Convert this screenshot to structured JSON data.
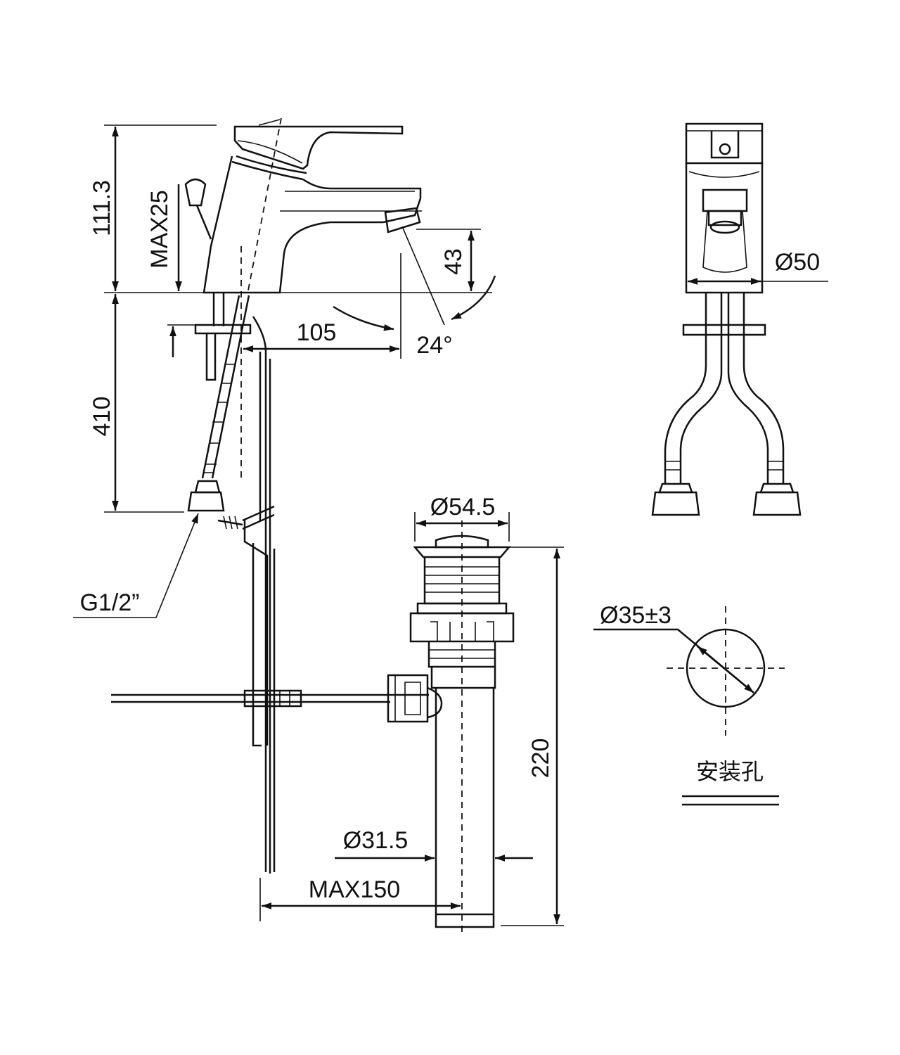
{
  "dimensions": {
    "top_height": "111.3",
    "max_deck": "MAX25",
    "spout_height": "43",
    "spout_reach": "105",
    "lever_angle": "24°",
    "hose_length": "410",
    "thread": "G1/2”",
    "diameter_body": "Ø50",
    "diameter_waste_top": "Ø54.5",
    "diameter_hole": "Ø35±3",
    "waste_height": "220",
    "diameter_waste_tube": "Ø31.5",
    "max_rod_distance": "MAX150"
  },
  "labels": {
    "hole_caption": "安装孔"
  }
}
